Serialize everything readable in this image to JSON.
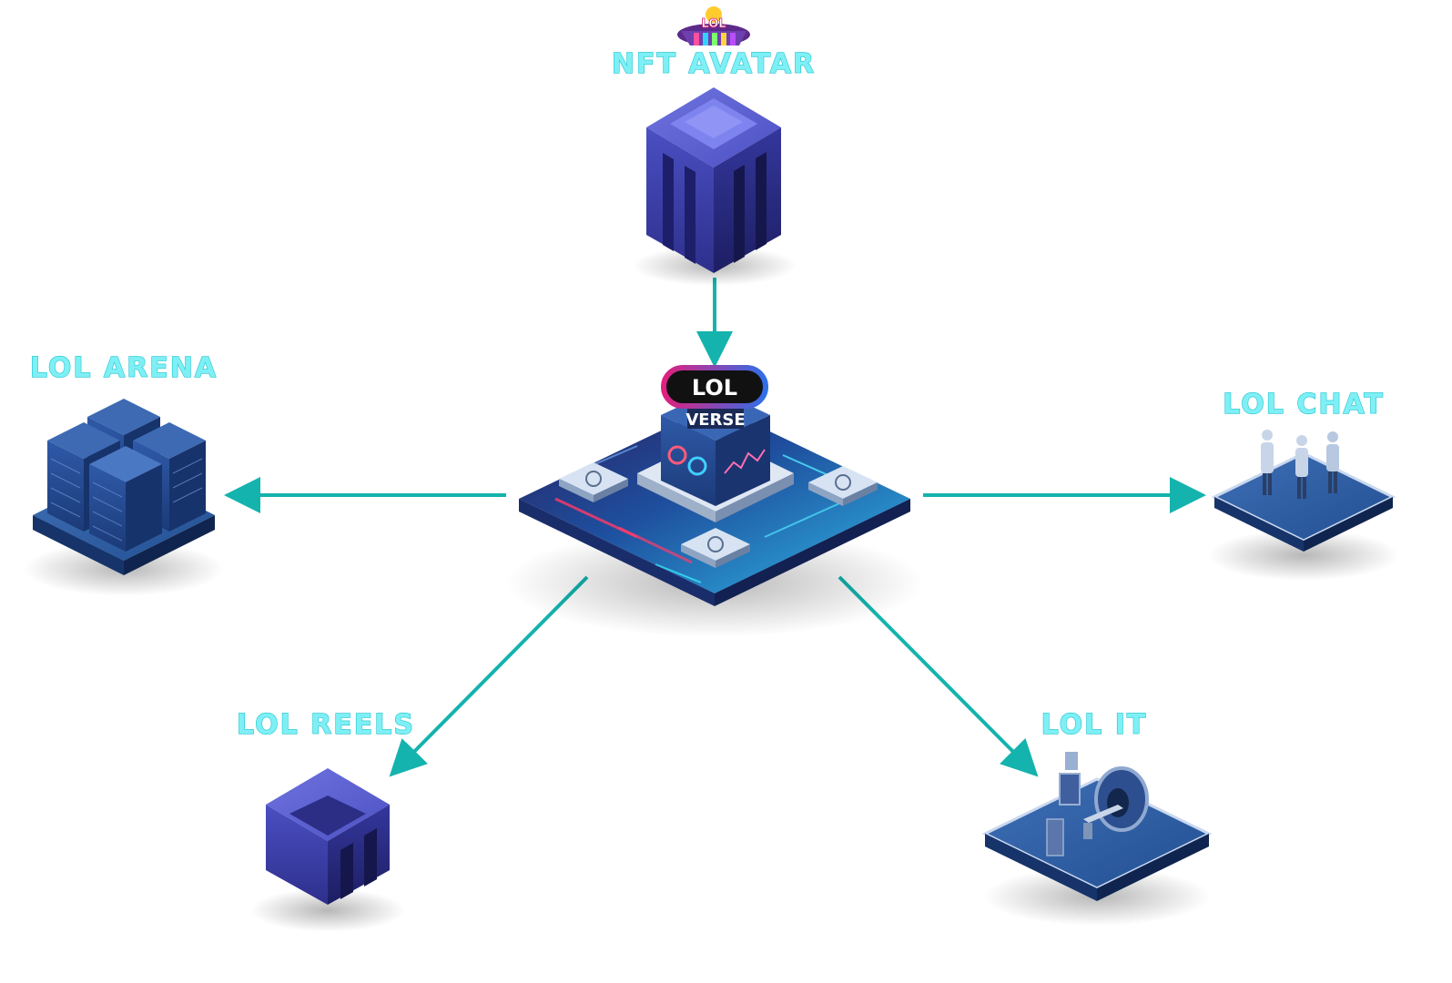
{
  "diagram": {
    "center": {
      "badge_main": "LOL",
      "badge_sub": "VERSE"
    },
    "nodes": {
      "nft_avatar": {
        "label": "NFT AVATAR",
        "logo_text": "LOL"
      },
      "arena": {
        "label": "LOL ARENA"
      },
      "chat": {
        "label": "LOL CHAT"
      },
      "reels": {
        "label": "LOL REELS"
      },
      "it": {
        "label": "LOL IT"
      }
    },
    "edges": [
      {
        "from": "NFT AVATAR",
        "to": "LOLVERSE"
      },
      {
        "from": "LOLVERSE",
        "to": "LOL ARENA"
      },
      {
        "from": "LOLVERSE",
        "to": "LOL CHAT"
      },
      {
        "from": "LOLVERSE",
        "to": "LOL REELS"
      },
      {
        "from": "LOLVERSE",
        "to": "LOL IT"
      }
    ],
    "colors": {
      "connector": "#14b3ad",
      "label": "#7ef0f5",
      "block": "#3c3fa6",
      "platform": "#1f4f8f"
    }
  }
}
